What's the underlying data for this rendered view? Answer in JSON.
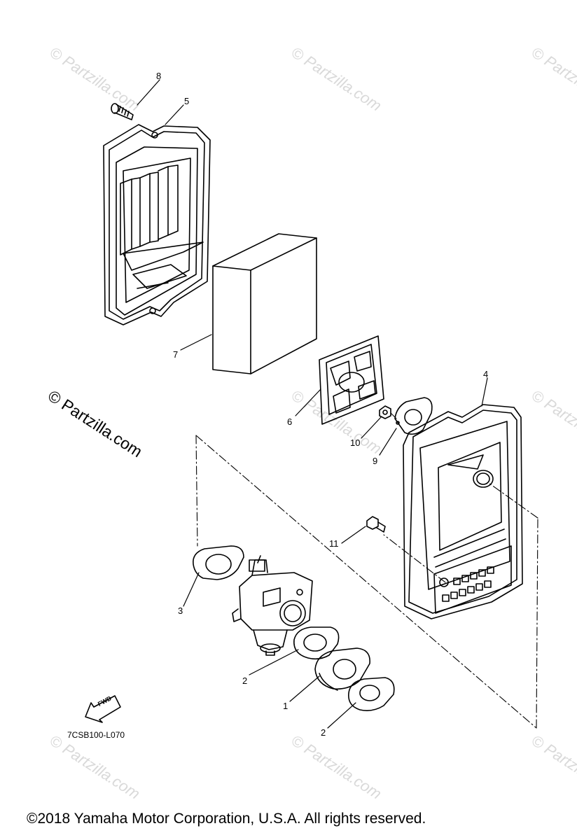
{
  "callouts": {
    "c1": "1",
    "c2a": "2",
    "c2b": "2",
    "c3": "3",
    "c4": "4",
    "c5": "5",
    "c6": "6",
    "c7": "7",
    "c8": "8",
    "c9": "9",
    "c10": "10",
    "c11": "11"
  },
  "fwd_label": "FWD",
  "diagram_code": "7CSB100-L070",
  "watermark": {
    "text": "Partzilla.com",
    "symbol": "©",
    "main_text": "© Partzilla.com"
  },
  "copyright": "©2018  Yamaha Motor Corporation, U.S.A. All rights reserved.",
  "colors": {
    "line": "#000000",
    "watermark": "#d9d9d9"
  }
}
